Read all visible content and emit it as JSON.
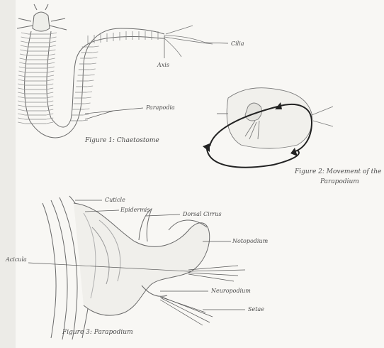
{
  "figure1": {
    "caption": "Figure 1: Chaetostome",
    "labels": {
      "cilia": "Cilia",
      "axis": "Axis",
      "parapodia": "Parapodia"
    }
  },
  "figure2": {
    "caption_line1": "Figure 2: Movement of the",
    "caption_line2": "Parapodium"
  },
  "figure3": {
    "caption": "Figure 3: Parapodium",
    "labels": {
      "cuticle": "Cuticle",
      "epidermis": "Epidermis",
      "dorsal_cirrus": "Dorsal Cirrus",
      "notopodium": "Notopodium",
      "acicula": "Acicula",
      "neuropodium": "Neuropodium",
      "setae": "Setae"
    }
  },
  "colors": {
    "paper": "#f8f7f4",
    "ink": "#4a4a4a",
    "shadow": "#e6e4df"
  }
}
